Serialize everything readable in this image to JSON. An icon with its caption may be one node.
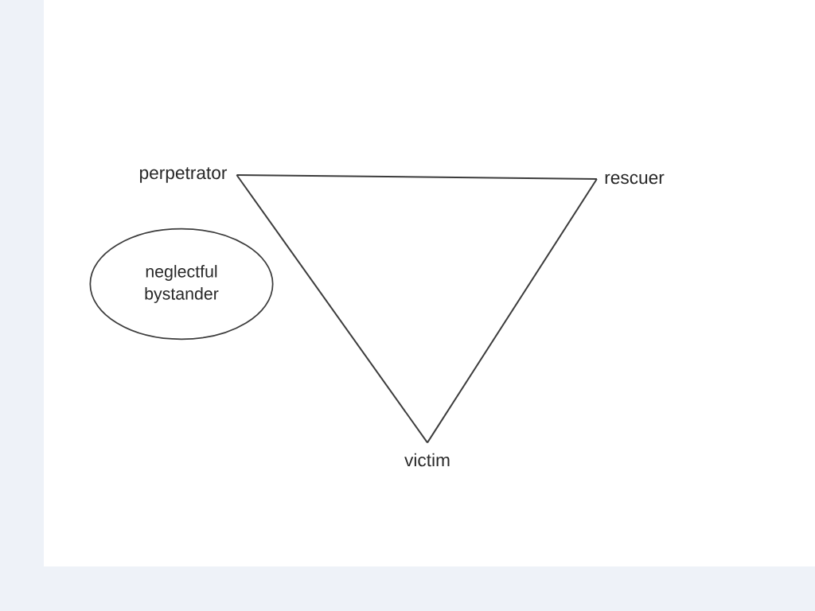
{
  "diagram": {
    "nodes": [
      {
        "text": [
          "perpetrator"
        ]
      },
      {
        "text": [
          "rescuer"
        ]
      },
      {
        "text": [
          "victim"
        ]
      },
      {
        "text": [
          "neglectful bystander"
        ]
      }
    ],
    "edges": [
      {
        "from": 0,
        "to": 1,
        "arrow": "none"
      },
      {
        "from": 1,
        "to": 2,
        "arrow": "none"
      },
      {
        "from": 2,
        "to": 0,
        "arrow": "none"
      }
    ]
  }
}
